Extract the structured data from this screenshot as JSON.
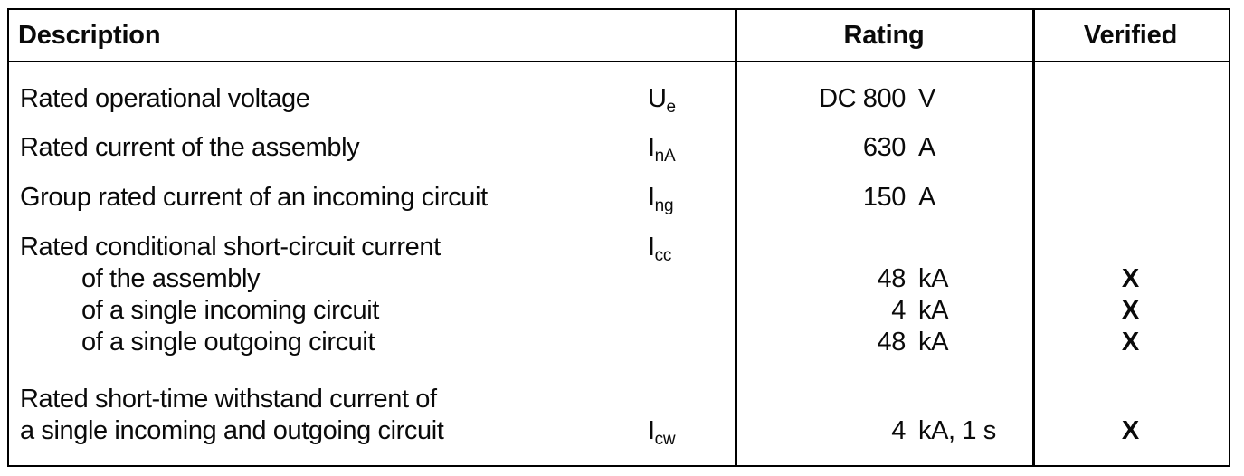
{
  "header": {
    "description": "Description",
    "rating": "Rating",
    "verified": "Verified"
  },
  "groups": [
    {
      "lines": [
        {
          "desc": "Rated operational voltage",
          "sym": {
            "base": "U",
            "sub": "e"
          },
          "num": "DC 800",
          "unit": "V",
          "verified": ""
        }
      ]
    },
    {
      "lines": [
        {
          "desc": "Rated current of the assembly",
          "sym": {
            "base": "I",
            "sub": "nA"
          },
          "num": "630",
          "unit": "A",
          "verified": ""
        }
      ]
    },
    {
      "lines": [
        {
          "desc": "Group rated current of an incoming circuit",
          "sym": {
            "base": "I",
            "sub": "ng"
          },
          "num": "150",
          "unit": "A",
          "verified": ""
        }
      ]
    },
    {
      "lines": [
        {
          "desc": "Rated conditional short-circuit current",
          "sym": {
            "base": "I",
            "sub": "cc"
          },
          "num": "",
          "unit": "",
          "verified": ""
        },
        {
          "desc": "of the assembly",
          "num": "48",
          "unit": "kA",
          "verified": "X"
        },
        {
          "desc": "of a single incoming circuit",
          "num": "4",
          "unit": "kA",
          "verified": "X"
        },
        {
          "desc": "of a single outgoing circuit",
          "num": "48",
          "unit": "kA",
          "verified": "X"
        }
      ]
    },
    {
      "lines": [
        {
          "desc": "Rated short-time withstand current of",
          "num": "",
          "unit": "",
          "verified": ""
        },
        {
          "desc": "a single incoming and outgoing circuit",
          "sym": {
            "base": "I",
            "sub": "cw"
          },
          "num": "4",
          "unit": "kA, 1 s",
          "verified": "X"
        }
      ]
    }
  ]
}
